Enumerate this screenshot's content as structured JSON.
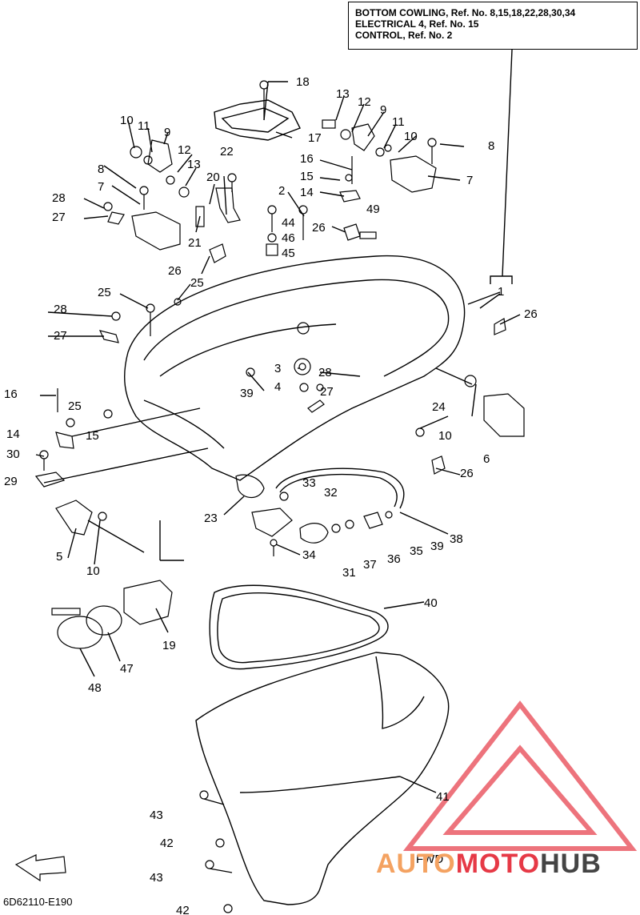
{
  "ref_box": {
    "line1": "BOTTOM COWLING, Ref. No. 8,15,18,22,28,30,34",
    "line2": "ELECTRICAL 4, Ref. No. 15",
    "line3": "CONTROL,  Ref. No. 2"
  },
  "diagram_code": "6D62110-E190",
  "fwd_label": "FWD",
  "watermark": {
    "part1": "AUTO",
    "part2": "MOTO",
    "part3": "HUB",
    "color1": "#f4a261",
    "color2": "#e63946",
    "color3": "#444444"
  },
  "callouts": [
    "18",
    "17",
    "13",
    "12",
    "9",
    "11",
    "10",
    "8",
    "7",
    "10",
    "11",
    "9",
    "12",
    "13",
    "22",
    "20",
    "16",
    "15",
    "14",
    "2",
    "44",
    "46",
    "45",
    "49",
    "26",
    "8",
    "28",
    "7",
    "27",
    "21",
    "26",
    "25",
    "25",
    "1",
    "28",
    "26",
    "27",
    "16",
    "3",
    "28",
    "4",
    "27",
    "39",
    "25",
    "14",
    "15",
    "30",
    "24",
    "10",
    "6",
    "29",
    "26",
    "33",
    "32",
    "23",
    "5",
    "10",
    "34",
    "31",
    "37",
    "36",
    "35",
    "39",
    "38",
    "40",
    "19",
    "47",
    "48",
    "41",
    "43",
    "42",
    "43",
    "42"
  ]
}
